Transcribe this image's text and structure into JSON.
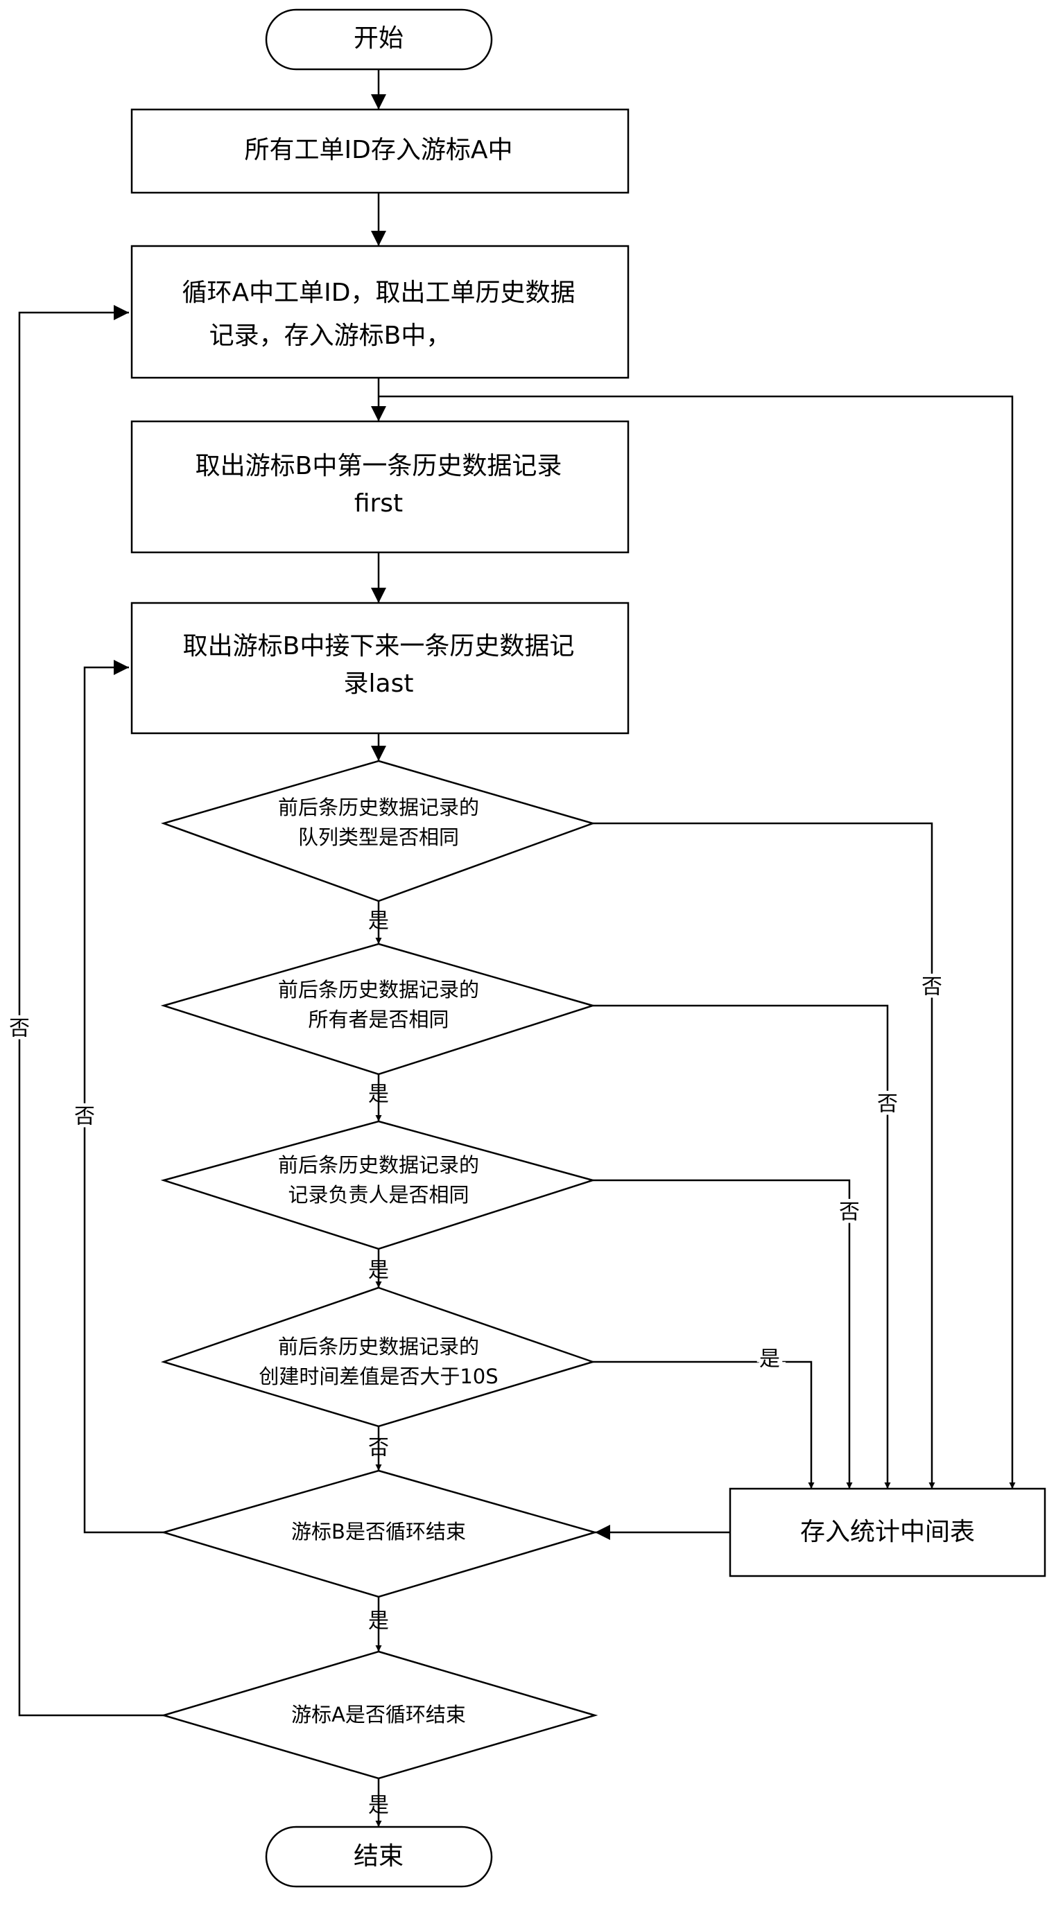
{
  "nodes": {
    "start": [
      "开始"
    ],
    "store_a": [
      "所有工单ID存入游标A中"
    ],
    "loop_a": [
      "循环A中工单ID，取出工单历史数据",
      "记录，存入游标B中，"
    ],
    "first": [
      "取出游标B中第一条历史数据记录",
      "first"
    ],
    "next": [
      "取出游标B中接下来一条历史数据记",
      "录last"
    ],
    "q_queue": [
      "前后条历史数据记录的",
      "队列类型是否相同"
    ],
    "q_owner": [
      "前后条历史数据记录的",
      "所有者是否相同"
    ],
    "q_resp": [
      "前后条历史数据记录的",
      "记录负责人是否相同"
    ],
    "q_time": [
      "前后条历史数据记录的",
      "创建时间差值是否大于10S"
    ],
    "q_end_b": [
      "游标B是否循环结束"
    ],
    "q_end_a": [
      "游标A是否循环结束"
    ],
    "store_stats": [
      "存入统计中间表"
    ],
    "end": [
      "结束"
    ]
  },
  "edge_labels": {
    "yes": "是",
    "no": "否"
  }
}
